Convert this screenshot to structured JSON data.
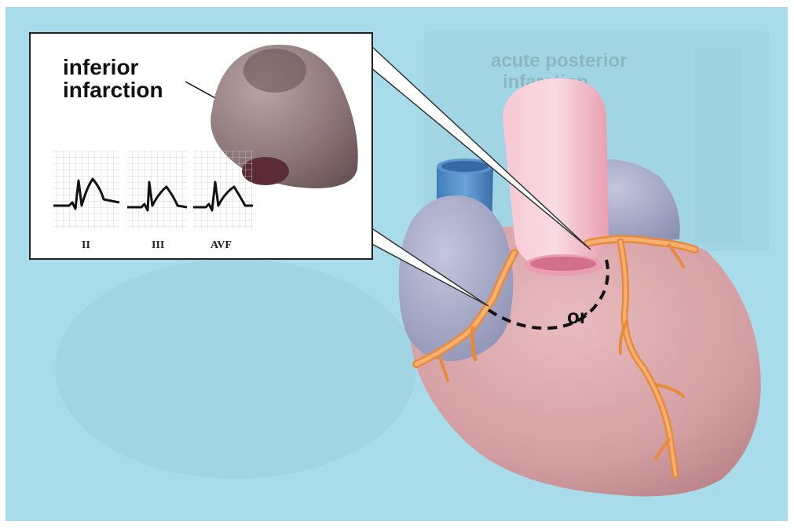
{
  "inset": {
    "title_line1": "inferior",
    "title_line2": "infarction",
    "ecg_leads": [
      "II",
      "III",
      "AVF"
    ]
  },
  "heart": {
    "or_label": "or"
  },
  "background_faded_text": {
    "line1": "acute posterior",
    "line2": "infarction"
  },
  "colors": {
    "background": "#a9dcea",
    "frame": "#ffffff",
    "myocardium": "#dca8aa",
    "atrium": "#a5a8c6",
    "aorta": "#f2b4c2",
    "vena_cava": "#4f8cc4",
    "coronary_artery": "#f0a050",
    "infarct": "#5c2c36"
  }
}
